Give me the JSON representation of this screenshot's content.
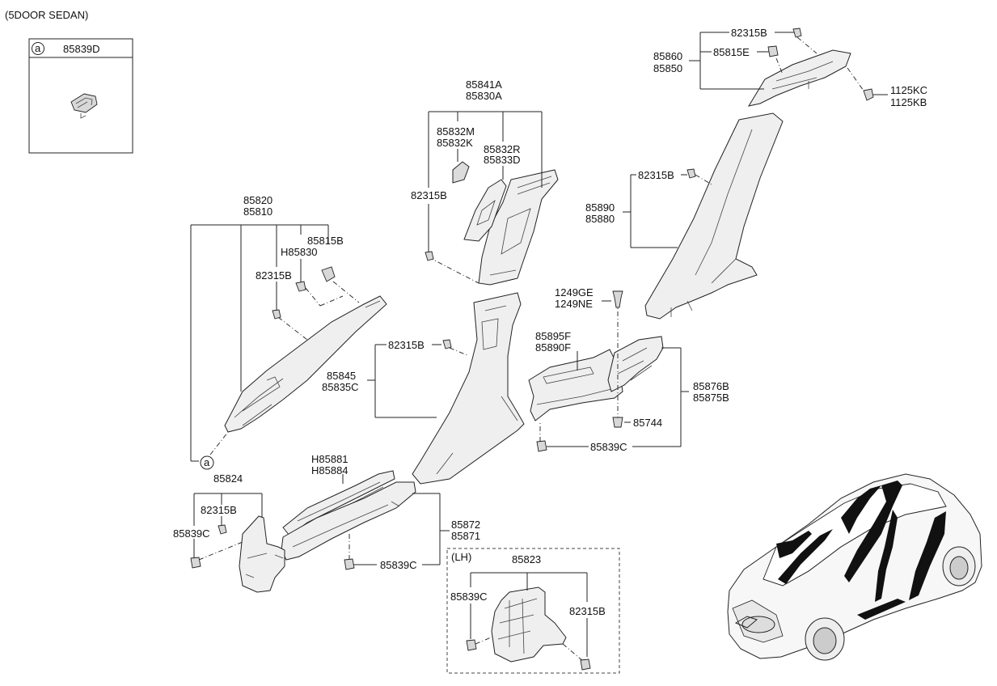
{
  "header": {
    "title": "(5DOOR SEDAN)"
  },
  "inset_a": {
    "marker": "a",
    "part": "85839D"
  },
  "callout_a": {
    "marker": "a"
  },
  "lh_box": {
    "tag": "(LH)"
  },
  "labels": {
    "p82315B_top": "82315B",
    "p85815E": "85815E",
    "p85860": "85860",
    "p85850": "85850",
    "p1125KC": "1125KC",
    "p1125KB": "1125KB",
    "p85841A": "85841A",
    "p85830A": "85830A",
    "p85832M": "85832M",
    "p85832K": "85832K",
    "p85832R": "85832R",
    "p85833D": "85833D",
    "p82315B_b": "82315B",
    "p82315B_c": "82315B",
    "p85890": "85890",
    "p85880": "85880",
    "p85820": "85820",
    "p85810": "85810",
    "p85815B": "85815B",
    "pH85830": "H85830",
    "p82315B_a": "82315B",
    "p1249GE": "1249GE",
    "p1249NE": "1249NE",
    "p82315B_mid": "82315B",
    "p85895F": "85895F",
    "p85890F": "85890F",
    "p85845": "85845",
    "p85835C": "85835C",
    "p85876B": "85876B",
    "p85875B": "85875B",
    "p85744": "85744",
    "p85839C_r": "85839C",
    "pH85881": "H85881",
    "pH85884": "H85884",
    "p85824": "85824",
    "p82315B_l": "82315B",
    "p85839C_l": "85839C",
    "p85872": "85872",
    "p85871": "85871",
    "p85839C_m": "85839C",
    "p85823": "85823",
    "p85839C_lh": "85839C",
    "p82315B_lh": "82315B"
  }
}
